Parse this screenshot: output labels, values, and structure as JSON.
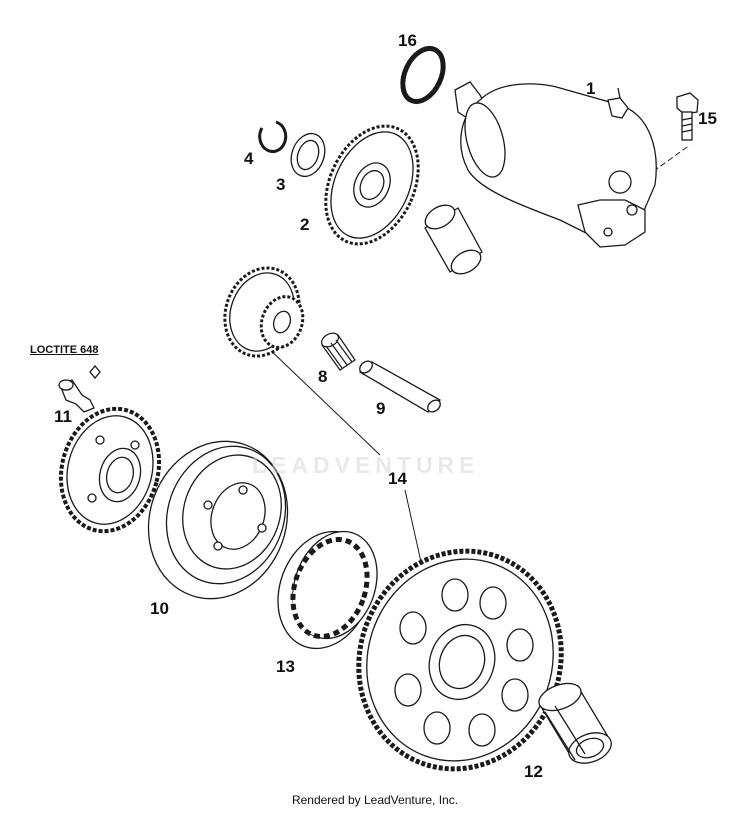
{
  "callouts": {
    "c1": "1",
    "c2": "2",
    "c3": "3",
    "c4": "4",
    "c8": "8",
    "c9": "9",
    "c10": "10",
    "c11": "11",
    "c12": "12",
    "c13": "13",
    "c14": "14",
    "c15": "15",
    "c16": "16"
  },
  "loctite_label": "LOCTITE 648",
  "watermark_text": "LEADVENTURE",
  "footer_credit": "Rendered by LeadVenture, Inc.",
  "colors": {
    "line": "#1a1a1a",
    "background": "#ffffff",
    "watermark": "#d8d8d8"
  }
}
